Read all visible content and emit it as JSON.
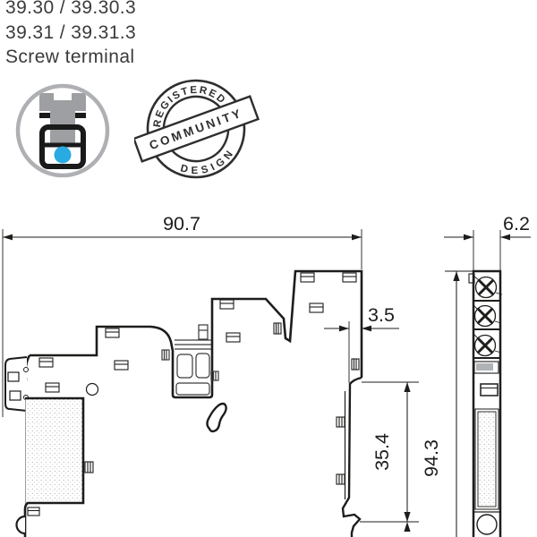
{
  "header": {
    "model_line1": "39.30 / 39.30.3",
    "model_line2": "39.31 / 39.31.3",
    "terminal_type": "Screw terminal"
  },
  "stamp": {
    "arc_top": "REGISTERED",
    "banner": "COMMUNITY",
    "arc_bottom": "DESIGN"
  },
  "dimensions": {
    "overall_width": "90.7",
    "module_thickness": "6.2",
    "rail_offset": "3.5",
    "rail_span": "35.4",
    "overall_height": "94.3"
  },
  "colors": {
    "line": "#1d1d1b",
    "screw_gray": "#9d9fa2",
    "ring_gray": "#aeb0b3",
    "terminal_blue": "#29abe2"
  }
}
